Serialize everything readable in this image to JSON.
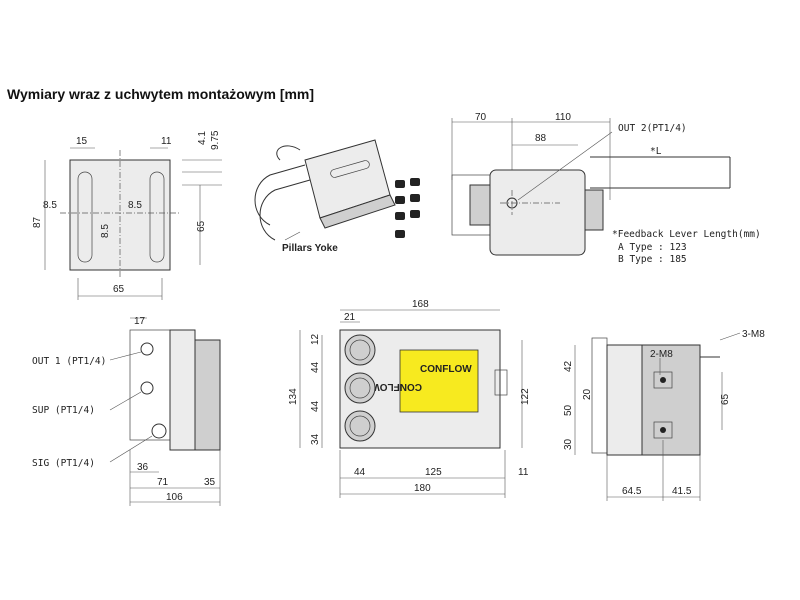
{
  "title": "Wymiary wraz z uchwytem montażowym [mm]",
  "bracket": {
    "d15": "15",
    "d11": "11",
    "d4_1": "4.1",
    "d9_75": "9.75",
    "d87": "87",
    "d8_5_left": "8.5",
    "d8_5_mid": "8.5",
    "d8_5_right": "8.5",
    "d65_v": "65",
    "d65_h": "65"
  },
  "yoke": {
    "label": "Pillars Yoke"
  },
  "top_view": {
    "d70": "70",
    "d110": "110",
    "d88": "88",
    "out2": "OUT 2(PT1/4)",
    "xl": "*L",
    "feedback": "*Feedback Lever Length(mm)",
    "type_a": "A Type : 123",
    "type_b": "B Type : 185"
  },
  "side_view": {
    "d17": "17",
    "out1": "OUT 1 (PT1/4)",
    "sup": "SUP (PT1/4)",
    "sig": "SIG (PT1/4)",
    "d36": "36",
    "d71": "71",
    "d35": "35",
    "d106": "106"
  },
  "front_view": {
    "d168": "168",
    "d21": "21",
    "d12": "12",
    "d44a": "44",
    "d44b": "44",
    "d34": "34",
    "d134": "134",
    "d122": "122",
    "d44c": "44",
    "d125": "125",
    "d11": "11",
    "d180": "180",
    "brand_top": "CONFLOW",
    "brand_bottom": "CONFLOW"
  },
  "rear_view": {
    "m8_3": "3-M8",
    "m8_2": "2-M8",
    "d42": "42",
    "d20": "20",
    "d50": "50",
    "d30": "30",
    "d65": "65",
    "d64_5": "64.5",
    "d41_5": "41.5"
  }
}
